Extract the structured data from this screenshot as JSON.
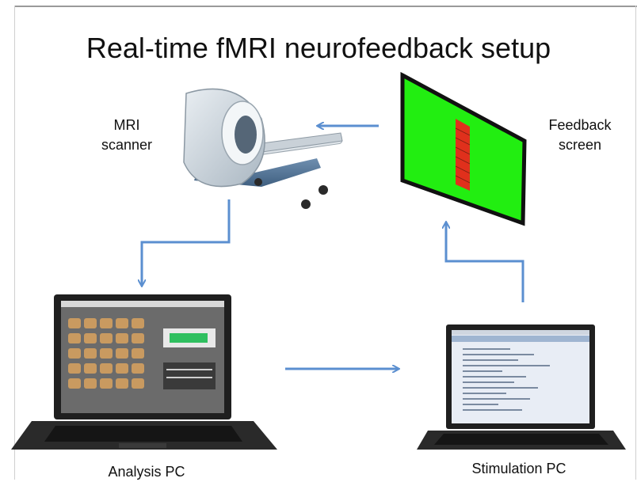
{
  "title": "Real-time fMRI neurofeedback setup",
  "labels": {
    "mri_scanner_line1": "MRI",
    "mri_scanner_line2": "scanner",
    "feedback_screen_line1": "Feedback",
    "feedback_screen_line2": "screen",
    "analysis_pc": "Analysis PC",
    "stimulation_pc": "Stimulation PC"
  },
  "colors": {
    "arrow": "#5b8fd0",
    "feedback_screen_fill": "#22ee11",
    "feedback_bar": "#e0301c",
    "laptop_body": "#1f1f1f",
    "analysis_screen": "#6b6b6b",
    "stimulation_screen": "#e8edf5"
  }
}
